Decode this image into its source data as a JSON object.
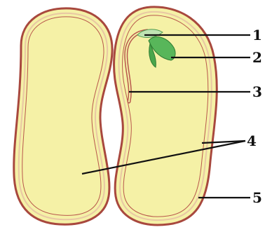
{
  "labels": [
    {
      "id": "1",
      "text": "1"
    },
    {
      "id": "2",
      "text": "2"
    },
    {
      "id": "3",
      "text": "3"
    },
    {
      "id": "4",
      "text": "4"
    },
    {
      "id": "5",
      "text": "5"
    }
  ],
  "colors": {
    "cotyledon_fill": "#f5f1a6",
    "coat_outer": "#a8483e",
    "coat_inner": "#e9c7a4",
    "leaf_green": "#58b65a",
    "leaf_dark": "#2e7d32",
    "leader_line": "#111111"
  }
}
